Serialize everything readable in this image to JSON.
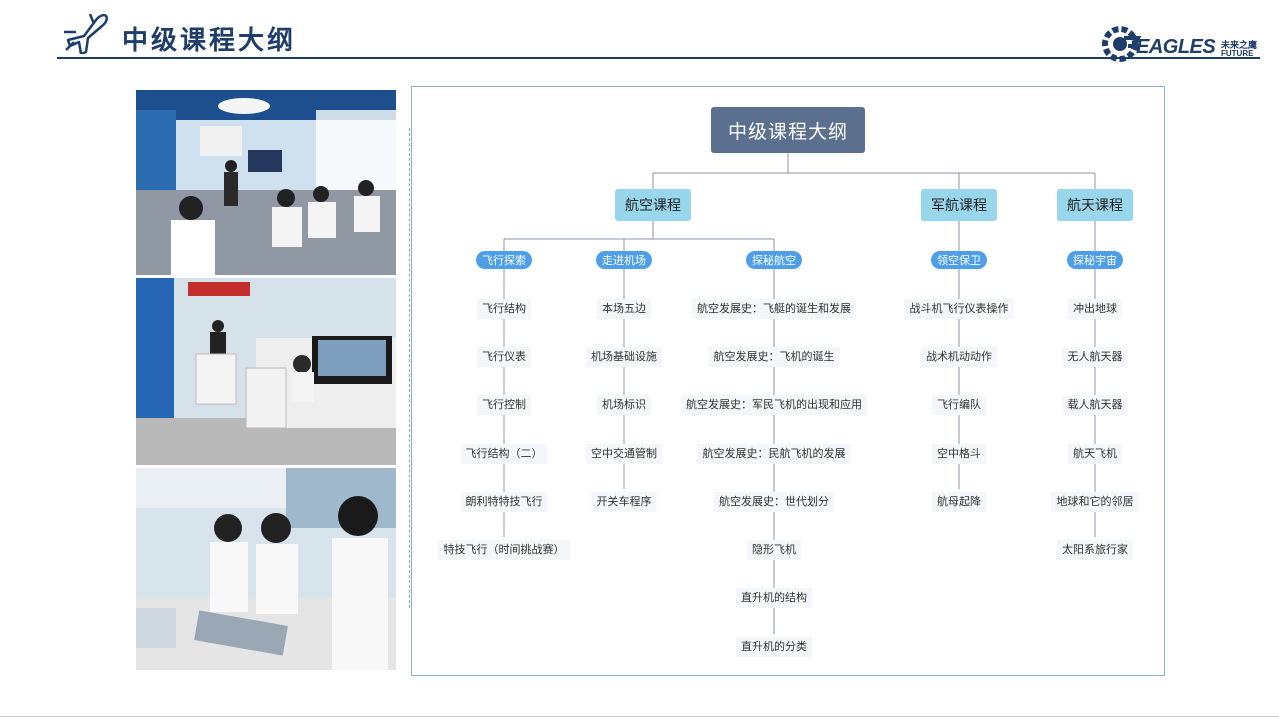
{
  "header": {
    "title": "中级课程大纲"
  },
  "logo": {
    "main": "EAGLES",
    "sub_cn": "未来之鹰",
    "sub_en": "FUTURE"
  },
  "diagram": {
    "root": "中级课程大纲",
    "categories": [
      {
        "label": "航空课程",
        "groups": [
          {
            "label": "飞行探索",
            "items": [
              "飞行结构",
              "飞行仪表",
              "飞行控制",
              "飞行结构（二）",
              "朗利特特技飞行",
              "特技飞行（时间挑战赛）"
            ]
          },
          {
            "label": "走进机场",
            "items": [
              "本场五边",
              "机场基础设施",
              "机场标识",
              "空中交通管制",
              "开关车程序"
            ]
          },
          {
            "label": "探秘航空",
            "items": [
              "航空发展史：飞艇的诞生和发展",
              "航空发展史：飞机的诞生",
              "航空发展史：军民飞机的出现和应用",
              "航空发展史：民航飞机的发展",
              "航空发展史：世代划分",
              "隐形飞机",
              "直升机的结构",
              "直升机的分类"
            ]
          }
        ]
      },
      {
        "label": "军航课程",
        "groups": [
          {
            "label": "领空保卫",
            "items": [
              "战斗机飞行仪表操作",
              "战术机动动作",
              "飞行编队",
              "空中格斗",
              "航母起降"
            ]
          }
        ]
      },
      {
        "label": "航天课程",
        "groups": [
          {
            "label": "探秘宇宙",
            "items": [
              "冲出地球",
              "无人航天器",
              "载人航天器",
              "航天飞机",
              "地球和它的邻居",
              "太阳系旅行家"
            ]
          }
        ]
      }
    ]
  }
}
